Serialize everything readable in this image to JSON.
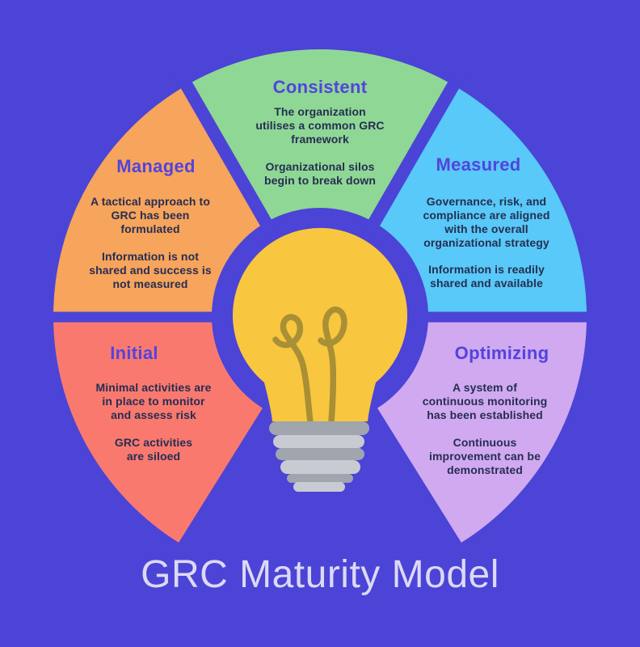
{
  "title": "GRC Maturity Model",
  "colors": {
    "background": "#4B44D6",
    "heading": "#5244DC",
    "body_text": "#262E52",
    "title_text": "#DCD9F6",
    "bulb_glass": "#F8C63F",
    "bulb_filament": "#A98F35",
    "bulb_base_dark": "#A0A5AE",
    "bulb_base_light": "#C8CBD2"
  },
  "center_icon": "lightbulb-icon",
  "segments": [
    {
      "id": "managed",
      "label": "Managed",
      "color": "#F7A45C",
      "paragraphs": [
        "A tactical approach to\nGRC has been\nformulated",
        "Information is not\nshared and success is\nnot measured"
      ]
    },
    {
      "id": "consistent",
      "label": "Consistent",
      "color": "#8FD795",
      "paragraphs": [
        "The organization\nutilises a common GRC\nframework",
        "Organizational silos\nbegin to break down"
      ]
    },
    {
      "id": "measured",
      "label": "Measured",
      "color": "#58C9F8",
      "paragraphs": [
        "Governance, risk, and\ncompliance are aligned\nwith the overall\norganizational strategy",
        "Information is readily\nshared and available"
      ]
    },
    {
      "id": "initial",
      "label": "Initial",
      "color": "#F9796F",
      "paragraphs": [
        "Minimal activities are\nin place to monitor\nand assess risk",
        "GRC activities\nare siloed"
      ]
    },
    {
      "id": "optimizing",
      "label": "Optimizing",
      "color": "#D0A9F0",
      "paragraphs": [
        "A system of\ncontinuous monitoring\nhas been established",
        "Continuous\nimprovement can be\ndemonstrated"
      ]
    }
  ]
}
